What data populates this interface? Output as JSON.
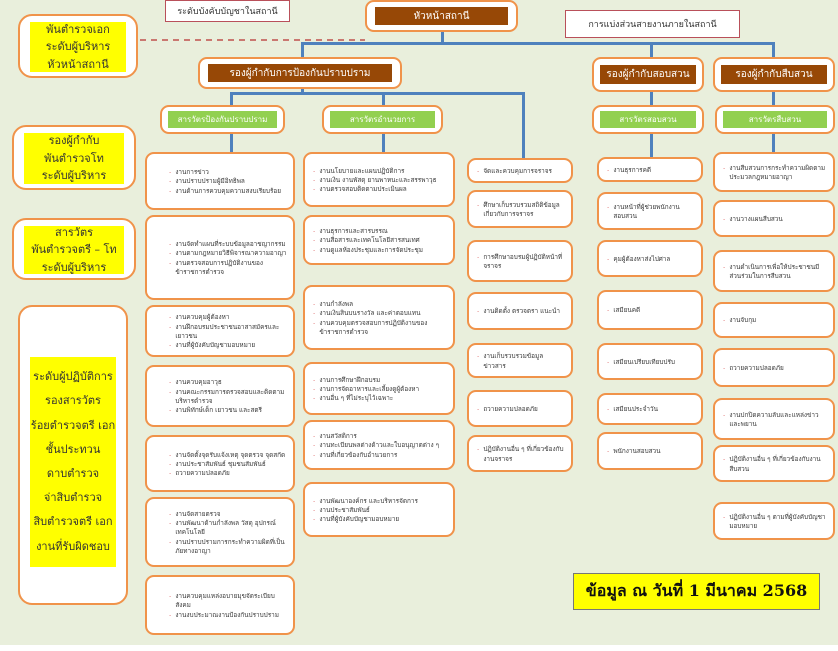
{
  "header": {
    "command_level": "ระดับบังคับบัญชาในสถานี",
    "station_chief": "หัวหน้าสถานี",
    "internal_division": "การแบ่งส่วนสายงานภายในสถานี"
  },
  "deputies": {
    "prevention": "รองผู้กำกับการป้องกันปราบปราม",
    "investigation": "รองผู้กำกับสอบสวน",
    "detective": "รองผู้กำกับสืบสวน"
  },
  "inspectors": {
    "prevention": "สารวัตรป้องกันปราบปราม",
    "administration": "สารวัตรอำนวยการ",
    "investigation": "สารวัตรสอบสวน",
    "detective": "สารวัตรสืบสวน"
  },
  "levels": [
    {
      "lines": [
        "พันตำรวจเอก",
        "ระดับผู้บริหาร",
        "หัวหน้าสถานี"
      ]
    },
    {
      "lines": [
        "รองผู้กำกับ",
        "พันตำรวจโท",
        "ระดับผู้บริหาร"
      ]
    },
    {
      "lines": [
        "สารวัตร",
        "พันตำรวจตรี – โท",
        "ระดับผู้บริหาร"
      ]
    },
    {
      "lines": [
        "ระดับผู้ปฏิบัติการ",
        "รองสารวัตร",
        "ร้อยตำรวจตรี เอก",
        "ชั้นประทวน",
        "ดาบตำรวจ",
        "จ่าสิบตำรวจ",
        "สิบตำรวจตรี เอก",
        "งานที่รับผิดชอบ"
      ]
    }
  ],
  "columns": {
    "prevention": [
      [
        "งานการข่าว",
        "งานปราบปรามผู้มีอิทธิพล",
        "งานด้านการควบคุมความสงบเรียบร้อย"
      ],
      [
        "งานจัดทำแผนที่ระบบข้อมูลอาชญากรรม",
        "งานตามกฎหมายวิธีพิจารณาความอาญา",
        "งานตรวจสอบการปฏิบัติงานของข้าราชการตำรวจ"
      ],
      [
        "งานควบคุมผู้ต้องหา",
        "งานฝึกอบรมประชาชนอาสาสมัครและเยาวชน",
        "งานที่ผู้บังคับบัญชามอบหมาย"
      ],
      [
        "งานควบคุมอาวุธ",
        "งานคณะกรรมการตรวจสอบและติดตามบริหารตำรวจ",
        "งานพิทักษ์เด็ก เยาวชน และสตรี"
      ],
      [
        "งานจัดตั้งจุดรับแจ้งเหตุ จุดตรวจ จุดสกัด",
        "งานประชาสัมพันธ์ ชุมชนสัมพันธ์",
        "ถวายความปลอดภัย"
      ],
      [
        "งานจัดสายตรวจ",
        "งานพัฒนาด้านกำลังพล วัสดุ อุปกรณ์ เทคโนโลยี",
        "งานปราบปรามการกระทำความผิดที่เป็นภัยทางอาญา"
      ],
      [
        "งานควบคุมแหล่งอบายมุขจัดระเบียบสังคม",
        "งานงบประมาณงานป้องกันปราบปราม"
      ]
    ],
    "administration": [
      [
        "งานนโยบายและแผนปฏิบัติการ",
        "งานเงิน งานพัสดุ ยานพาหนะและสรรพาวุธ",
        "งานตรวจสอบติดตามประเมินผล"
      ],
      [
        "งานธุรการและสารบรรณ",
        "งานสื่อสารและเทคโนโลยีสารสนเทศ",
        "งานดูแลห้องประชุมและการจัดประชุม"
      ],
      [
        "งานกำลังพล",
        "งานเงินสินบนรางวัล และค่าตอบแทน",
        "งานควบคุมตรวจสอบการปฏิบัติงานของข้าราชการตำรวจ"
      ],
      [
        "งานการศึกษาฝึกอบรม",
        "งานการจัดอาหารและเลี้ยงดูผู้ต้องหา",
        "งานอื่น ๆ ที่ไม่ระบุไว้เฉพาะ"
      ],
      [
        "งานสวัสดิการ",
        "งานทะเบียนพลต่างด้าวและใบอนุญาตต่าง ๆ",
        "งานที่เกี่ยวข้องกับอำนวยการ"
      ],
      [
        "งานพัฒนาองค์กร และบริหารจัดการ",
        "งานประชาสัมพันธ์",
        "งานที่ผู้บังคับบัญชามอบหมาย"
      ]
    ],
    "traffic": [
      [
        "จัดและควบคุมการจราจร"
      ],
      [
        "ศึกษาเก็บรวบรวมสถิติข้อมูลเกี่ยวกับการจราจร"
      ],
      [
        "การศึกษาอบรมผู้ปฏิบัติหน้าที่จราจร"
      ],
      [
        "งานติดตั้ง ตรวจตรา แนะนำ"
      ],
      [
        "งานเก็บรวบรวมข้อมูลข่าวสาร"
      ],
      [
        "ถวายความปลอดภัย"
      ],
      [
        "ปฏิบัติงานอื่น ๆ ที่เกี่ยวข้องกับงานจราจร"
      ]
    ],
    "investigation": [
      [
        "งานธุรการคดี"
      ],
      [
        "งานหน้าที่ผู้ช่วยพนักงานสอบสวน"
      ],
      [
        "คุมผู้ต้องหาส่งไปศาล"
      ],
      [
        "เสมียนคดี"
      ],
      [
        "เสมียนเปรียบเทียบปรับ"
      ],
      [
        "เสมียนประจำวัน"
      ],
      [
        "พนักงานสอบสวน"
      ]
    ],
    "detective": [
      [
        "งานสืบสวนการกระทำความผิดตามประมวลกฎหมายอาญา"
      ],
      [
        "งานวางแผนสืบสวน"
      ],
      [
        "งานดำเนินการเพื่อให้ประชาชนมีส่วนร่วมในการสืบสวน"
      ],
      [
        "งานจับกุม"
      ],
      [
        "ถวายความปลอดภัย"
      ],
      [
        "งานปกปิดความลับและแหล่งข่าวและพยาน"
      ],
      [
        "ปฏิบัติงานอื่น ๆ ที่เกี่ยวข้องกับงานสืบสวน"
      ],
      [
        "ปฏิบัติงานอื่น ๆ ตามที่ผู้บังคับบัญชามอบหมาย"
      ]
    ]
  },
  "footer": {
    "date_note": "ข้อมูล ณ วันที่ 1 มีนาคม 2568"
  },
  "colors": {
    "brown": "#974806",
    "green": "#92d050",
    "orange_border": "#f0934a",
    "line_blue": "#4f81bd",
    "yellow": "#ffff00"
  }
}
